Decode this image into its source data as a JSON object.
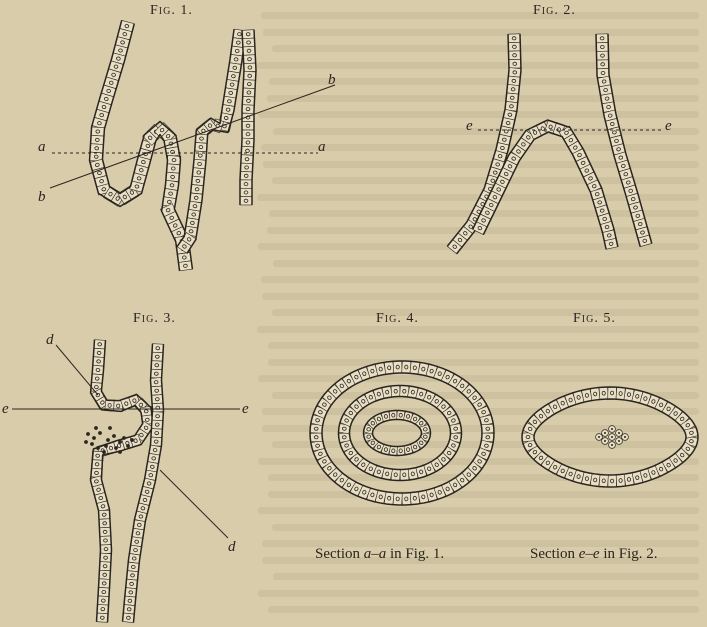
{
  "figures": [
    {
      "title": "Fig. 1.",
      "labels": [
        "a",
        "a",
        "b",
        "b"
      ]
    },
    {
      "title": "Fig. 2.",
      "labels": [
        "e",
        "e"
      ]
    },
    {
      "title": "Fig. 3.",
      "labels": [
        "d",
        "d",
        "e",
        "e"
      ]
    },
    {
      "title": "Fig. 4.",
      "caption": {
        "prefix": "Section ",
        "ref": "a–a",
        "suffix": " in Fig. 1."
      }
    },
    {
      "title": "Fig. 5.",
      "caption": {
        "prefix": "Section ",
        "ref": "e–e",
        "suffix": " in Fig. 2."
      }
    }
  ],
  "colors": {
    "paper": "#d8ccaa",
    "ink": "#2a2520"
  }
}
